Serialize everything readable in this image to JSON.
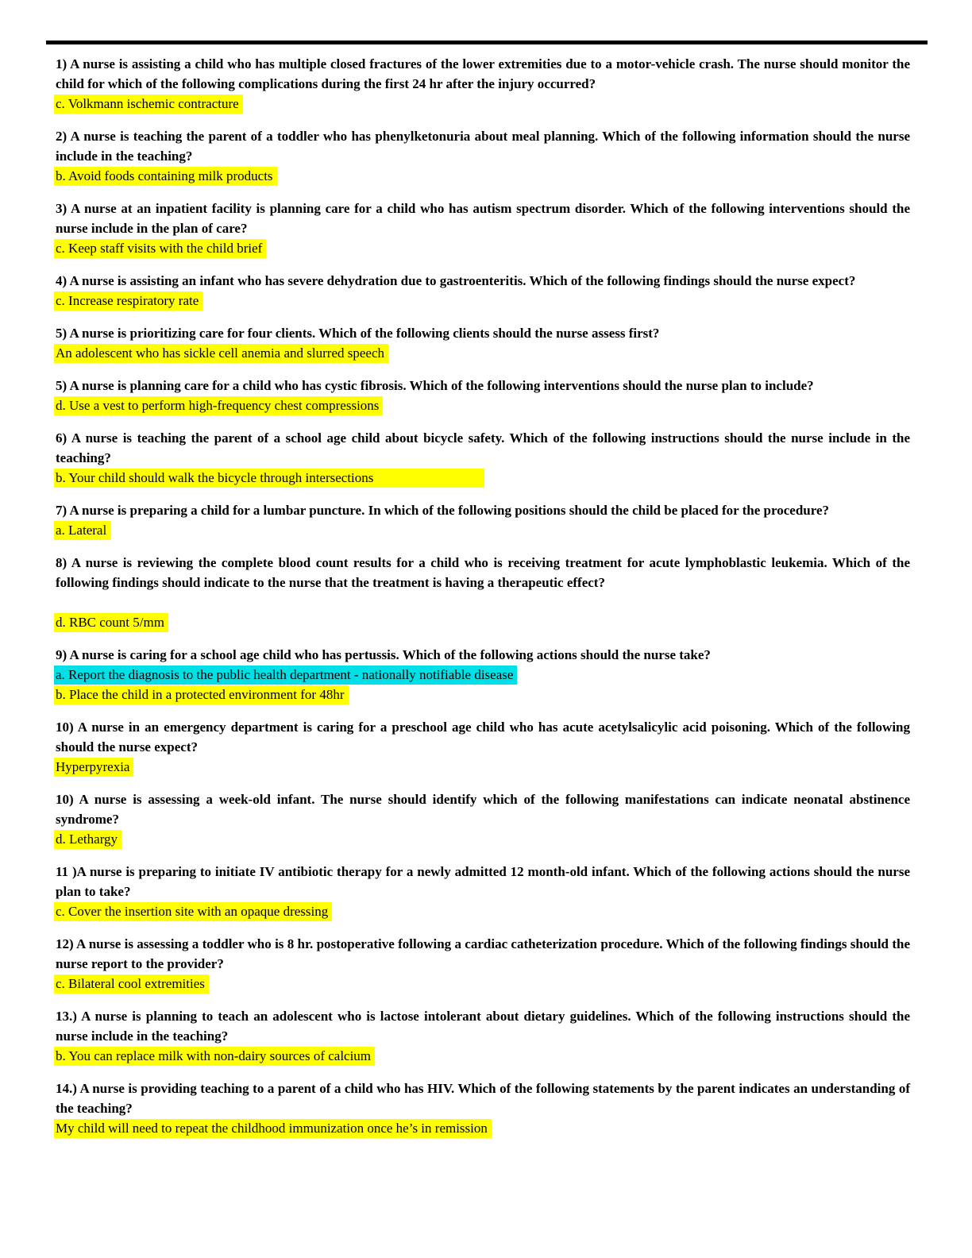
{
  "colors": {
    "highlight_yellow": "#ffff00",
    "highlight_cyan": "#00e0e6",
    "text": "#000000",
    "rule": "#000000"
  },
  "questions": [
    {
      "question": "1) A nurse is assisting a child who has multiple closed fractures of the lower extremities due to a motor-vehicle crash. The nurse should monitor the child for which of the following complications during the first 24 hr after the injury occurred?",
      "answers": [
        {
          "text": "c. Volkmann ischemic contracture",
          "highlight": "yellow"
        }
      ]
    },
    {
      "question": "2) A nurse is teaching the parent of a toddler who has phenylketonuria about meal planning. Which of the following information should the nurse include in the teaching?",
      "answers": [
        {
          "text": "b. Avoid foods containing milk products",
          "highlight": "yellow"
        }
      ]
    },
    {
      "question": "3) A nurse at an inpatient facility is planning care for a child who has autism spectrum disorder. Which of the following interventions should the nurse include in the plan of care?",
      "answers": [
        {
          "text": "c. Keep staff visits with the child brief",
          "highlight": "yellow"
        }
      ]
    },
    {
      "question": "4) A nurse is assisting an infant who has severe dehydration due to gastroenteritis. Which of the following findings should the nurse expect?",
      "answers": [
        {
          "text": "c. Increase respiratory rate",
          "highlight": "yellow"
        }
      ]
    },
    {
      "question": "5) A nurse is prioritizing care for four clients. Which of the following clients should the nurse assess first?",
      "answers": [
        {
          "text": "An adolescent who has sickle cell anemia and slurred speech",
          "highlight": "yellow"
        }
      ]
    },
    {
      "question": "5)  A nurse is planning care for a child who has cystic fibrosis. Which of the following interventions should the nurse plan to include?",
      "answers": [
        {
          "text": "d. Use a vest to perform high-frequency chest compressions",
          "highlight": "yellow"
        }
      ]
    },
    {
      "question": "6) A nurse is teaching the parent of a school age child about bicycle safety. Which of the following instructions should the nurse include in the teaching?",
      "answers": [
        {
          "text": "b. Your child should walk the bicycle through intersections",
          "highlight": "yellow",
          "highlight_extended": true
        }
      ]
    },
    {
      "question": "7) A nurse is preparing a child for a lumbar puncture. In which of the following positions should the child be placed for the procedure?",
      "answers": [
        {
          "text": "a. Lateral",
          "highlight": "yellow"
        }
      ]
    },
    {
      "question": "8) A nurse is reviewing the complete blood count results for a child who is receiving treatment for acute lymphoblastic leukemia. Which of the following findings should indicate to the nurse that the treatment is having a therapeutic effect?",
      "answers": [
        {
          "text": "d. RBC count 5/mm",
          "highlight": "yellow",
          "gap_before": true
        }
      ]
    },
    {
      "question": "9) A nurse is caring for a school age child who has pertussis. Which of the following actions should the nurse take?",
      "answers": [
        {
          "text": "a. Report the diagnosis to the public health department - nationally notifiable disease",
          "highlight": "cyan"
        },
        {
          "text": "b. Place the child in a protected environment for 48hr",
          "highlight": "yellow"
        }
      ]
    },
    {
      "question": "10) A nurse in an emergency department is caring for a preschool age child who has acute acetylsalicylic acid poisoning. Which of the following should the nurse expect?",
      "answers": [
        {
          "text": "Hyperpyrexia",
          "highlight": "yellow"
        }
      ]
    },
    {
      "question": "10) A nurse is assessing a week-old infant. The nurse should identify which of the following manifestations can indicate neonatal abstinence syndrome?",
      "answers": [
        {
          "text": "d. Lethargy",
          "highlight": "yellow"
        }
      ]
    },
    {
      "question": "11 )A nurse is preparing to initiate IV antibiotic therapy for a newly admitted 12 month-old infant. Which of the following actions should the nurse plan to take?",
      "answers": [
        {
          "text": "c. Cover the insertion site with an opaque dressing",
          "highlight": "yellow"
        }
      ]
    },
    {
      "question": "12) A nurse is assessing a toddler who is 8 hr. postoperative following a cardiac catheterization procedure. Which of the following findings should the nurse report to the provider?",
      "answers": [
        {
          "text": "c. Bilateral cool extremities",
          "highlight": "yellow"
        }
      ]
    },
    {
      "question": "13.) A nurse is planning to teach an adolescent who is lactose intolerant about dietary guidelines. Which of the following instructions should the nurse include in the teaching?",
      "answers": [
        {
          "text": "b. You can replace milk with non-dairy sources of calcium",
          "highlight": "yellow"
        }
      ]
    },
    {
      "question": "14.) A nurse is providing teaching to a parent of a child who has HIV. Which of the following statements by the parent indicates an understanding of the teaching?",
      "answers": [
        {
          "text": "My child will need to repeat the childhood immunization once he’s in remission",
          "highlight": "yellow"
        }
      ]
    }
  ]
}
